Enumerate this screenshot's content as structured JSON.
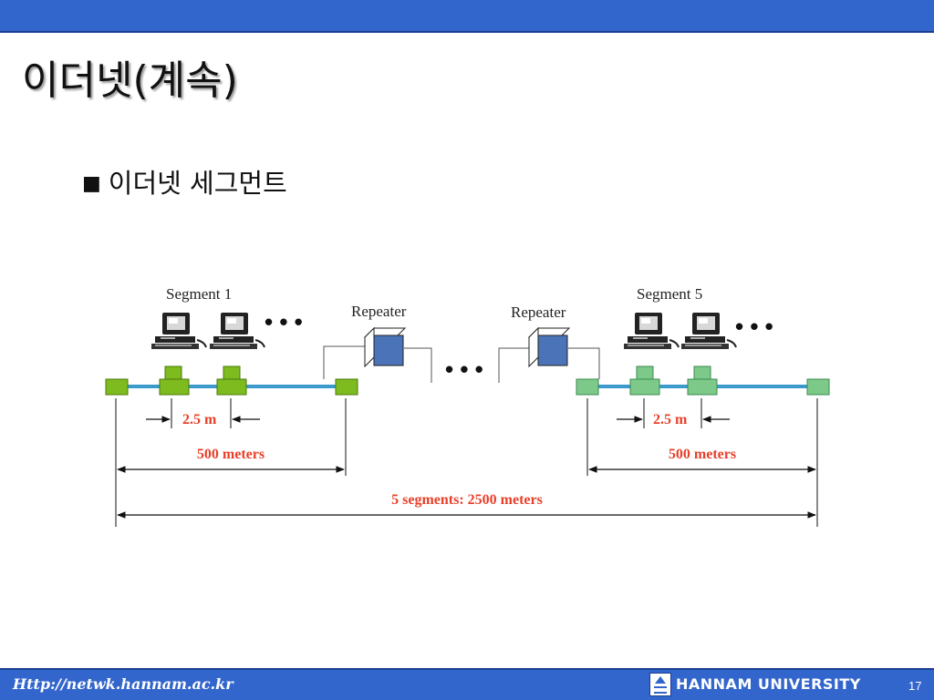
{
  "header": {
    "title": "이더넷(계속)"
  },
  "bullet": {
    "marker": "■",
    "text": "이더넷 세그먼트"
  },
  "diagram": {
    "left_segment_label": "Segment 1",
    "right_segment_label": "Segment 5",
    "repeater_left_label": "Repeater",
    "repeater_right_label": "Repeater",
    "ellipsis": "• • •",
    "spacing_left_label": "2.5 m",
    "spacing_right_label": "2.5 m",
    "length_left_label": "500 meters",
    "length_right_label": "500 meters",
    "total_label": "5 segments: 2500 meters",
    "colors": {
      "left_tap": "#7dbb1f",
      "right_tap": "#7cc98a",
      "cable": "#3a9acb",
      "repeater": "#4a73b8",
      "label_red": "#e8402a"
    }
  },
  "footer": {
    "url": "Http://netwk.hannam.ac.kr",
    "university": "HANNAM  UNIVERSITY",
    "page_number": "17",
    "logo_icon": "hannam-logo-icon"
  }
}
